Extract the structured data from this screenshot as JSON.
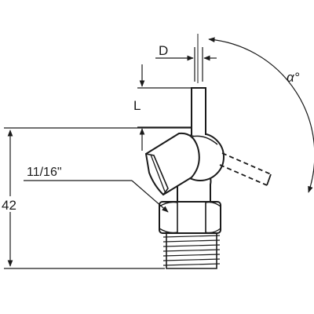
{
  "diagram": {
    "labels": {
      "diameter": "D",
      "length": "L",
      "angle": "α°",
      "thread_size": "11/16\"",
      "height": "42"
    }
  }
}
